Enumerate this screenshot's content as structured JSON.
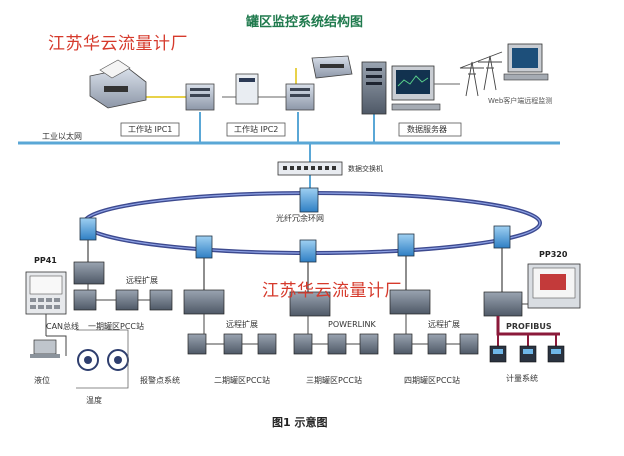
{
  "diagram": {
    "title": "罐区监控系统结构图",
    "caption": "图1 示意图",
    "watermark_top": "江苏华云流量计厂",
    "watermark_mid": "江苏华云流量计厂",
    "network_label": "工业以太网",
    "workstation1": "工作站 IPC1",
    "workstation2": "工作站 IPC2",
    "data_server": "数据服务器",
    "web_client": "Web客户端远程监测",
    "switch_label": "数据交换机",
    "ring_label": "光纤冗余环网",
    "pp41": "PP41",
    "pp320": "PP320",
    "can_bus": "CAN总线",
    "remote_ext_left": "远程扩展",
    "area1_plc": "一期罐区PCC站",
    "sensor1": "液位",
    "sensor2": "温度",
    "alarm": "报警点系统",
    "remote_ext_mid": "远程扩展",
    "area2_plc": "二期罐区PCC站",
    "powerlink": "POWERLINK",
    "area3_plc": "三期罐区PCC站",
    "remote_ext_right": "远程扩展",
    "area4_plc": "四期罐区PCC站",
    "profibus": "PROFIBUS",
    "meter_system": "计量系统"
  }
}
